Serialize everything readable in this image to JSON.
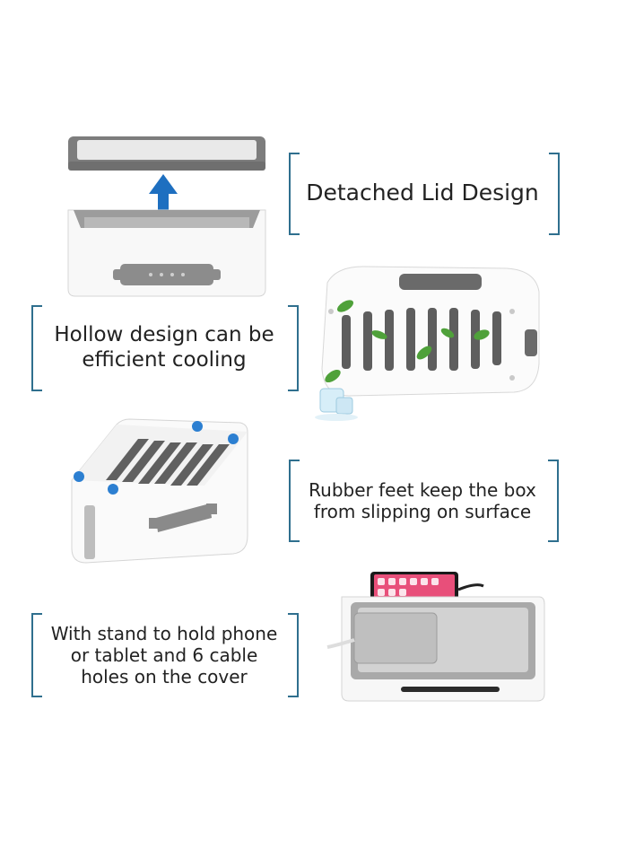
{
  "features": [
    {
      "id": "lid",
      "caption_lines": [
        "Detached Lid Design"
      ]
    },
    {
      "id": "cooling",
      "caption_lines": [
        "Hollow design can be",
        "efficient cooling"
      ]
    },
    {
      "id": "feet",
      "caption_lines": [
        "Rubber feet keep the box",
        "from slipping on surface"
      ]
    },
    {
      "id": "stand",
      "caption_lines": [
        "With stand to hold phone",
        "or tablet and 6 cable",
        "holes on the cover"
      ]
    }
  ],
  "colors": {
    "bracket": "#2f6f8e",
    "arrow": "#1e6fc0",
    "rubber_feet": "#2c7fd1",
    "box_white": "#f7f7f7",
    "box_grey": "#8a8a8a"
  }
}
